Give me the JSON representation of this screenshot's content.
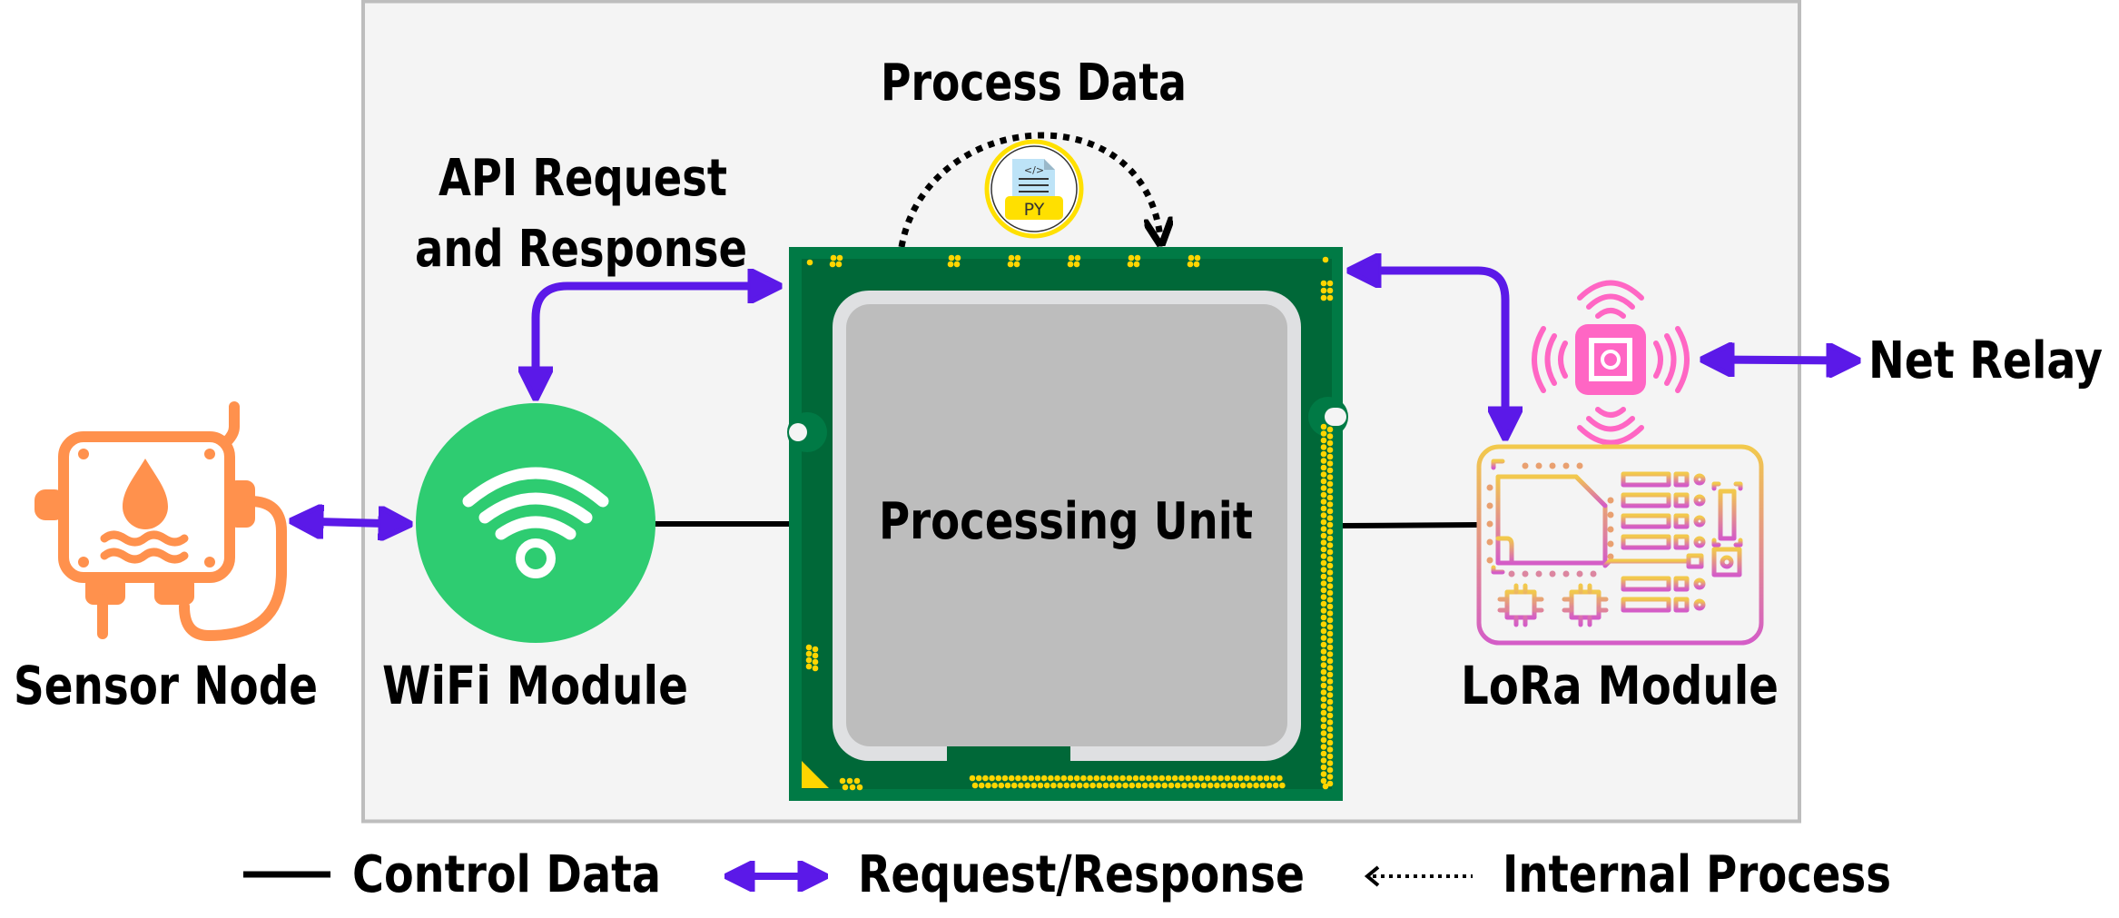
{
  "diagram": {
    "panel": {
      "fill": "#f4f4f4",
      "border": "#bdbdbd"
    },
    "colors": {
      "request_arrow": "#5b19e8",
      "control_line": "#000000",
      "sensor": "#ff914d",
      "wifi": "#2ecc71",
      "chip_outer": "#007a45",
      "chip_inner": "#006838",
      "chip_lid_frame": "#dfe0e2",
      "chip_lid": "#bdbdbd",
      "chip_pads": "#ffd500",
      "radio": "#ff66c4",
      "lora_gradient_top": "#f2c94c",
      "lora_gradient_bottom": "#d45cc7",
      "py_badge": "#ffe000",
      "py_doc": "#bde3f7"
    },
    "nodes": {
      "sensor": {
        "label": "Sensor Node",
        "icon": "water-sensor-icon"
      },
      "wifi": {
        "label": "WiFi Module",
        "icon": "wifi-icon"
      },
      "processor": {
        "label": "Processing Unit",
        "icon": "cpu-chip-icon"
      },
      "lora": {
        "label": "LoRa Module",
        "icon": "circuit-board-icon"
      },
      "radio": {
        "icon": "radio-transmitter-icon"
      },
      "python": {
        "badge": "PY",
        "code": "</>",
        "icon": "python-file-icon"
      },
      "relay": {
        "label": "Net Relay"
      }
    },
    "edge_labels": {
      "api_line1": "API Request",
      "api_line2": "and Response",
      "process": "Process Data"
    },
    "edges": [
      {
        "from": "Sensor Node",
        "to": "WiFi Module",
        "type": "Request/Response"
      },
      {
        "from": "WiFi Module",
        "to": "Processing Unit",
        "type": "Request/Response",
        "label": "API Request and Response"
      },
      {
        "from": "WiFi Module",
        "to": "Processing Unit",
        "type": "Control Data"
      },
      {
        "from": "Processing Unit",
        "to": "Processing Unit",
        "type": "Internal Process",
        "label": "Process Data"
      },
      {
        "from": "Processing Unit",
        "to": "LoRa Module",
        "type": "Request/Response"
      },
      {
        "from": "Processing Unit",
        "to": "LoRa Module",
        "type": "Control Data"
      },
      {
        "from": "LoRa Module",
        "to": "Net Relay",
        "type": "Request/Response"
      }
    ]
  },
  "legend": {
    "items": [
      {
        "label": "Control Data",
        "symbol": "solid-line"
      },
      {
        "label": "Request/Response",
        "symbol": "double-arrow"
      },
      {
        "label": "Internal Process",
        "symbol": "dotted-arrow"
      }
    ]
  }
}
